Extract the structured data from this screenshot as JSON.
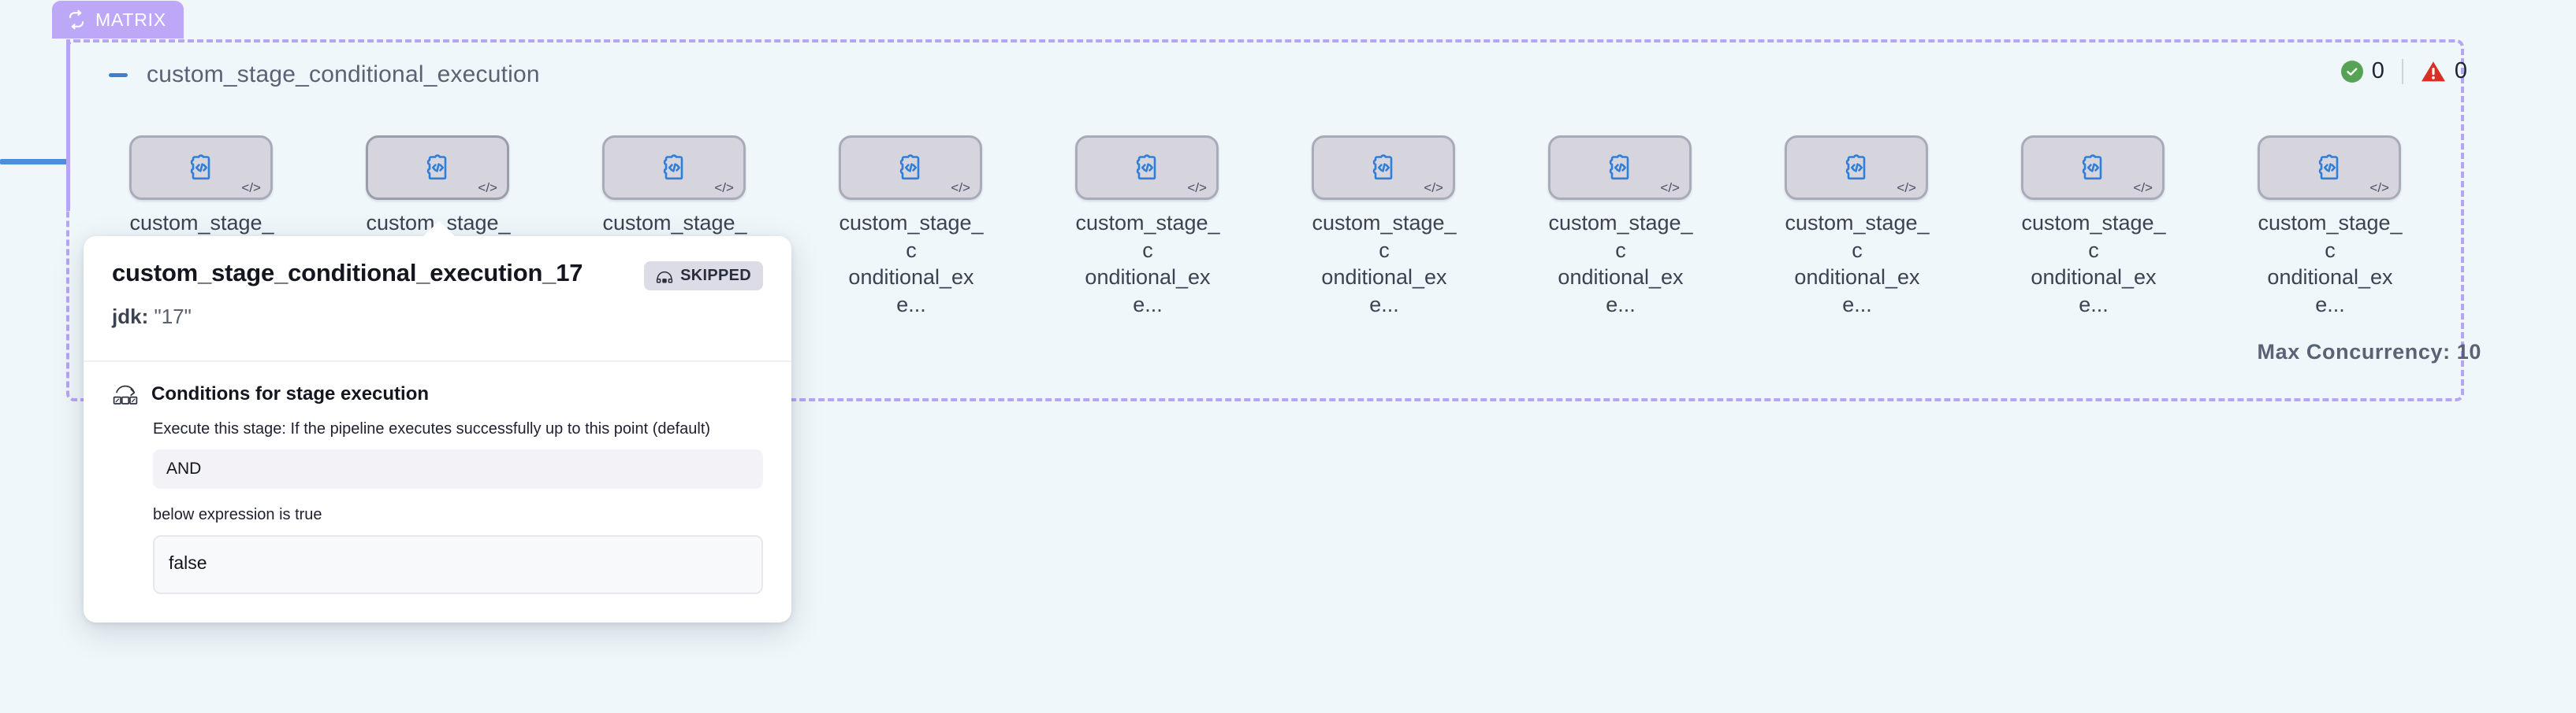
{
  "group": {
    "tab_label": "MATRIX",
    "tab_icon": "loop-icon",
    "title": "custom_stage_conditional_execution",
    "collapse_icon": "minus-icon",
    "max_concurrency_label": "Max Concurrency: 10"
  },
  "status": {
    "success_icon": "check-circle-icon",
    "success_count": "0",
    "warning_icon": "warning-triangle-icon",
    "warning_count": "0"
  },
  "nodes": [
    {
      "label": "custom_stage_c\nonditional_exe...",
      "icon": "custom-stage-plugin-icon",
      "badge": "</>",
      "hovered": false
    },
    {
      "label": "custom_stage_c\nonditional_exe...",
      "icon": "custom-stage-plugin-icon",
      "badge": "</>",
      "hovered": true
    },
    {
      "label": "custom_stage_c\nonditional_exe...",
      "icon": "custom-stage-plugin-icon",
      "badge": "</>",
      "hovered": false
    },
    {
      "label": "custom_stage_c\nonditional_exe...",
      "icon": "custom-stage-plugin-icon",
      "badge": "</>",
      "hovered": false
    },
    {
      "label": "custom_stage_c\nonditional_exe...",
      "icon": "custom-stage-plugin-icon",
      "badge": "</>",
      "hovered": false
    },
    {
      "label": "custom_stage_c\nonditional_exe...",
      "icon": "custom-stage-plugin-icon",
      "badge": "</>",
      "hovered": false
    },
    {
      "label": "custom_stage_c\nonditional_exe...",
      "icon": "custom-stage-plugin-icon",
      "badge": "</>",
      "hovered": false
    },
    {
      "label": "custom_stage_c\nonditional_exe...",
      "icon": "custom-stage-plugin-icon",
      "badge": "</>",
      "hovered": false
    },
    {
      "label": "custom_stage_c\nonditional_exe...",
      "icon": "custom-stage-plugin-icon",
      "badge": "</>",
      "hovered": false
    },
    {
      "label": "custom_stage_c\nonditional_exe...",
      "icon": "custom-stage-plugin-icon",
      "badge": "</>",
      "hovered": false
    }
  ],
  "tooltip": {
    "title": "custom_stage_conditional_execution_17",
    "status_badge": "SKIPPED",
    "status_badge_icon": "skipped-icon",
    "param_key": "jdk:",
    "param_value": "\"17\"",
    "section_icon": "conditions-icon",
    "section_title": "Conditions for stage execution",
    "description": "Execute this stage: If the pipeline executes successfully up to this point (default)",
    "operator_value": "AND",
    "expression_label": "below expression is true",
    "expression_value": "false"
  },
  "colors": {
    "canvas_bg": "#eff7fa",
    "matrix_accent": "#bda7f7",
    "edge_blue": "#4a90d9",
    "node_fill": "#d6d5de",
    "node_border": "#a9abb8",
    "plugin_icon_blue": "#2f7ed8",
    "success_green": "#56a356",
    "warning_red": "#d93025"
  }
}
